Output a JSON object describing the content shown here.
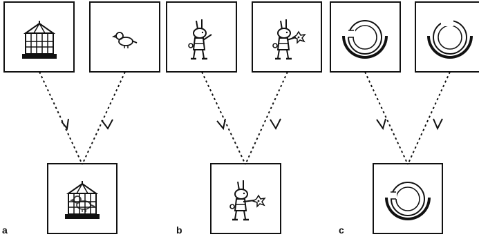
{
  "figure": {
    "panels": [
      {
        "label": "a",
        "inputs": [
          "birdcage-icon",
          "bird-icon"
        ],
        "output": "bird-in-cage-icon"
      },
      {
        "label": "b",
        "inputs": [
          "rabbit-reaching-icon",
          "rabbit-holding-flowers-icon"
        ],
        "output": "rabbit-with-flowers-icon"
      },
      {
        "label": "c",
        "inputs": [
          "ring-gap-left-icon",
          "ring-gap-top-icon"
        ],
        "output": "ring-fused-icon"
      }
    ],
    "colors": {
      "background": "#ffffff",
      "ink": "#111111"
    }
  }
}
